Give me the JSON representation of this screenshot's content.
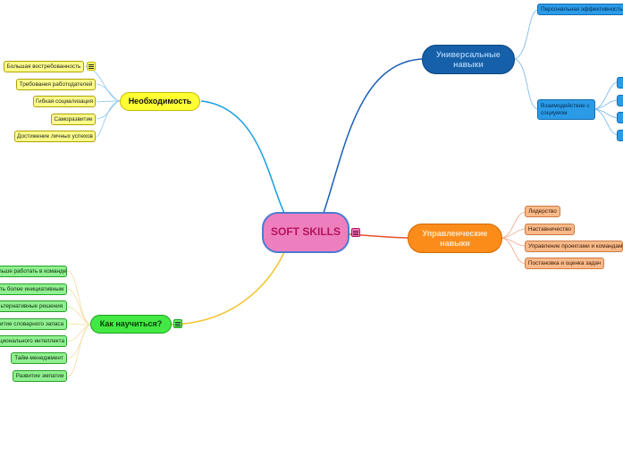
{
  "central": {
    "label": "SOFT SKILLS"
  },
  "branches": {
    "necessity": {
      "label": "Необходимость",
      "items": [
        "Большая востребованность",
        "Требования работодателей",
        "Гибкая социализация",
        "Саморазвитие",
        "Достижение личных успехов"
      ]
    },
    "learn": {
      "label": "Как научиться?",
      "items": [
        "ольше работать в команде",
        "ть более инициативным",
        "ьтернативные решения",
        "итие словарного запаса",
        "ционального интеллекта",
        "Тайм-менеджмент",
        "Развитие эмпатии"
      ]
    },
    "universal": {
      "label": "Универсальные навыки",
      "items": [
        "Персональная эффективность",
        "Взаимодействие с социумом"
      ]
    },
    "management": {
      "label": "Управленческие навыки",
      "items": [
        "Лидерство",
        "Наставничество",
        "Управление проектами и командами",
        "Постановка и оценка задач"
      ]
    }
  },
  "colors": {
    "necessity": "#1a9ee0",
    "learn": "#f5c430",
    "universal": "#1c5fb8",
    "management": "#e8502a"
  },
  "icons": [
    "menu-icon"
  ]
}
